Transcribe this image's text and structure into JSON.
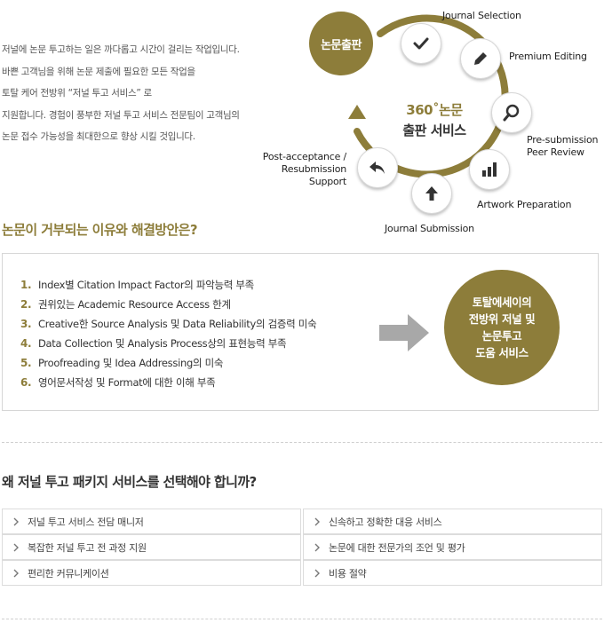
{
  "intro": {
    "lines": [
      "저널에 논문 투고하는 일은 까다롭고 시간이 걸리는 작업입니다.",
      "바쁜 고객님을 위해   논문 제출에 필요한 모든 작업을",
      "토탈 케어  전방위 “저널 투고 서비스” 로",
      "지원합니다. 경험이 풍부한 저널 투고 서비스 전문팀이 고객님의",
      "논문 접수 가능성을 최대한으로 향상 시킬 것입니다."
    ]
  },
  "cycle": {
    "hub_label": "논문출판",
    "center_line1": "360˚논문",
    "center_line2": "출판 서비스",
    "ring_color": "#8d7d3a",
    "nodes": [
      {
        "label": "Journal Selection",
        "icon": "check-icon"
      },
      {
        "label": "Premium Editing",
        "icon": "pencil-icon"
      },
      {
        "label_line1": "Pre-submission",
        "label_line2": "Peer Review",
        "icon": "magnifier-icon"
      },
      {
        "label": "Artwork Preparation",
        "icon": "bar-chart-icon"
      },
      {
        "label": "Journal Submission",
        "icon": "up-arrow-icon"
      },
      {
        "label_line1": "Post-acceptance /",
        "label_line2": "Resubmission",
        "label_line3": "Support",
        "icon": "reply-arrow-icon"
      }
    ]
  },
  "reasons": {
    "title": "논문이 거부되는 이유와 해결방안은?",
    "items": [
      {
        "num": "1.",
        "text": "Index별 Citation Impact Factor의 파악능력 부족"
      },
      {
        "num": "2.",
        "text": "권위있는 Academic Resource Access 한계"
      },
      {
        "num": "3.",
        "text": "Creative한 Source Analysis 및 Data Reliability의 검증력 미숙"
      },
      {
        "num": "4.",
        "text": "Data Collection 및 Analysis Process상의 표현능력 부족"
      },
      {
        "num": "5.",
        "text": "Proofreading 및 Idea Addressing의 미숙"
      },
      {
        "num": "6.",
        "text": "영어문서작성 및 Format에 대한 이해 부족"
      }
    ],
    "solution_lines": [
      "토탈에세이의",
      "전방위 저널 및",
      "논문투고",
      "도움 서비스"
    ]
  },
  "packages": {
    "title": "왜 저널 투고 패키지 서비스를 선택해야 합니까?",
    "rows": [
      [
        "저널 투고 서비스 전담 매니저",
        "신속하고 정확한 대응 서비스"
      ],
      [
        "복잡한 저널 투고 전 과정 지원",
        "논문에 대한 전문가의 조언 및 평가"
      ],
      [
        "편리한 커뮤니케이션",
        "비용 절약"
      ]
    ]
  },
  "colors": {
    "accent": "#8d7d3a",
    "arrow_gray": "#a8a8a8"
  }
}
